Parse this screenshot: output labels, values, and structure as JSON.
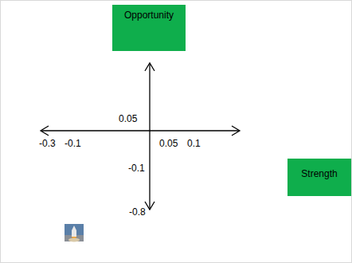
{
  "diagram": {
    "nodes": [
      {
        "text": [
          "Opportunity"
        ]
      },
      {
        "text": [
          "Strength"
        ]
      }
    ],
    "labels": [
      "0.05",
      "-0.3",
      "-0.1",
      "0.05",
      "0.1",
      "-0.1",
      "-0.8"
    ]
  }
}
